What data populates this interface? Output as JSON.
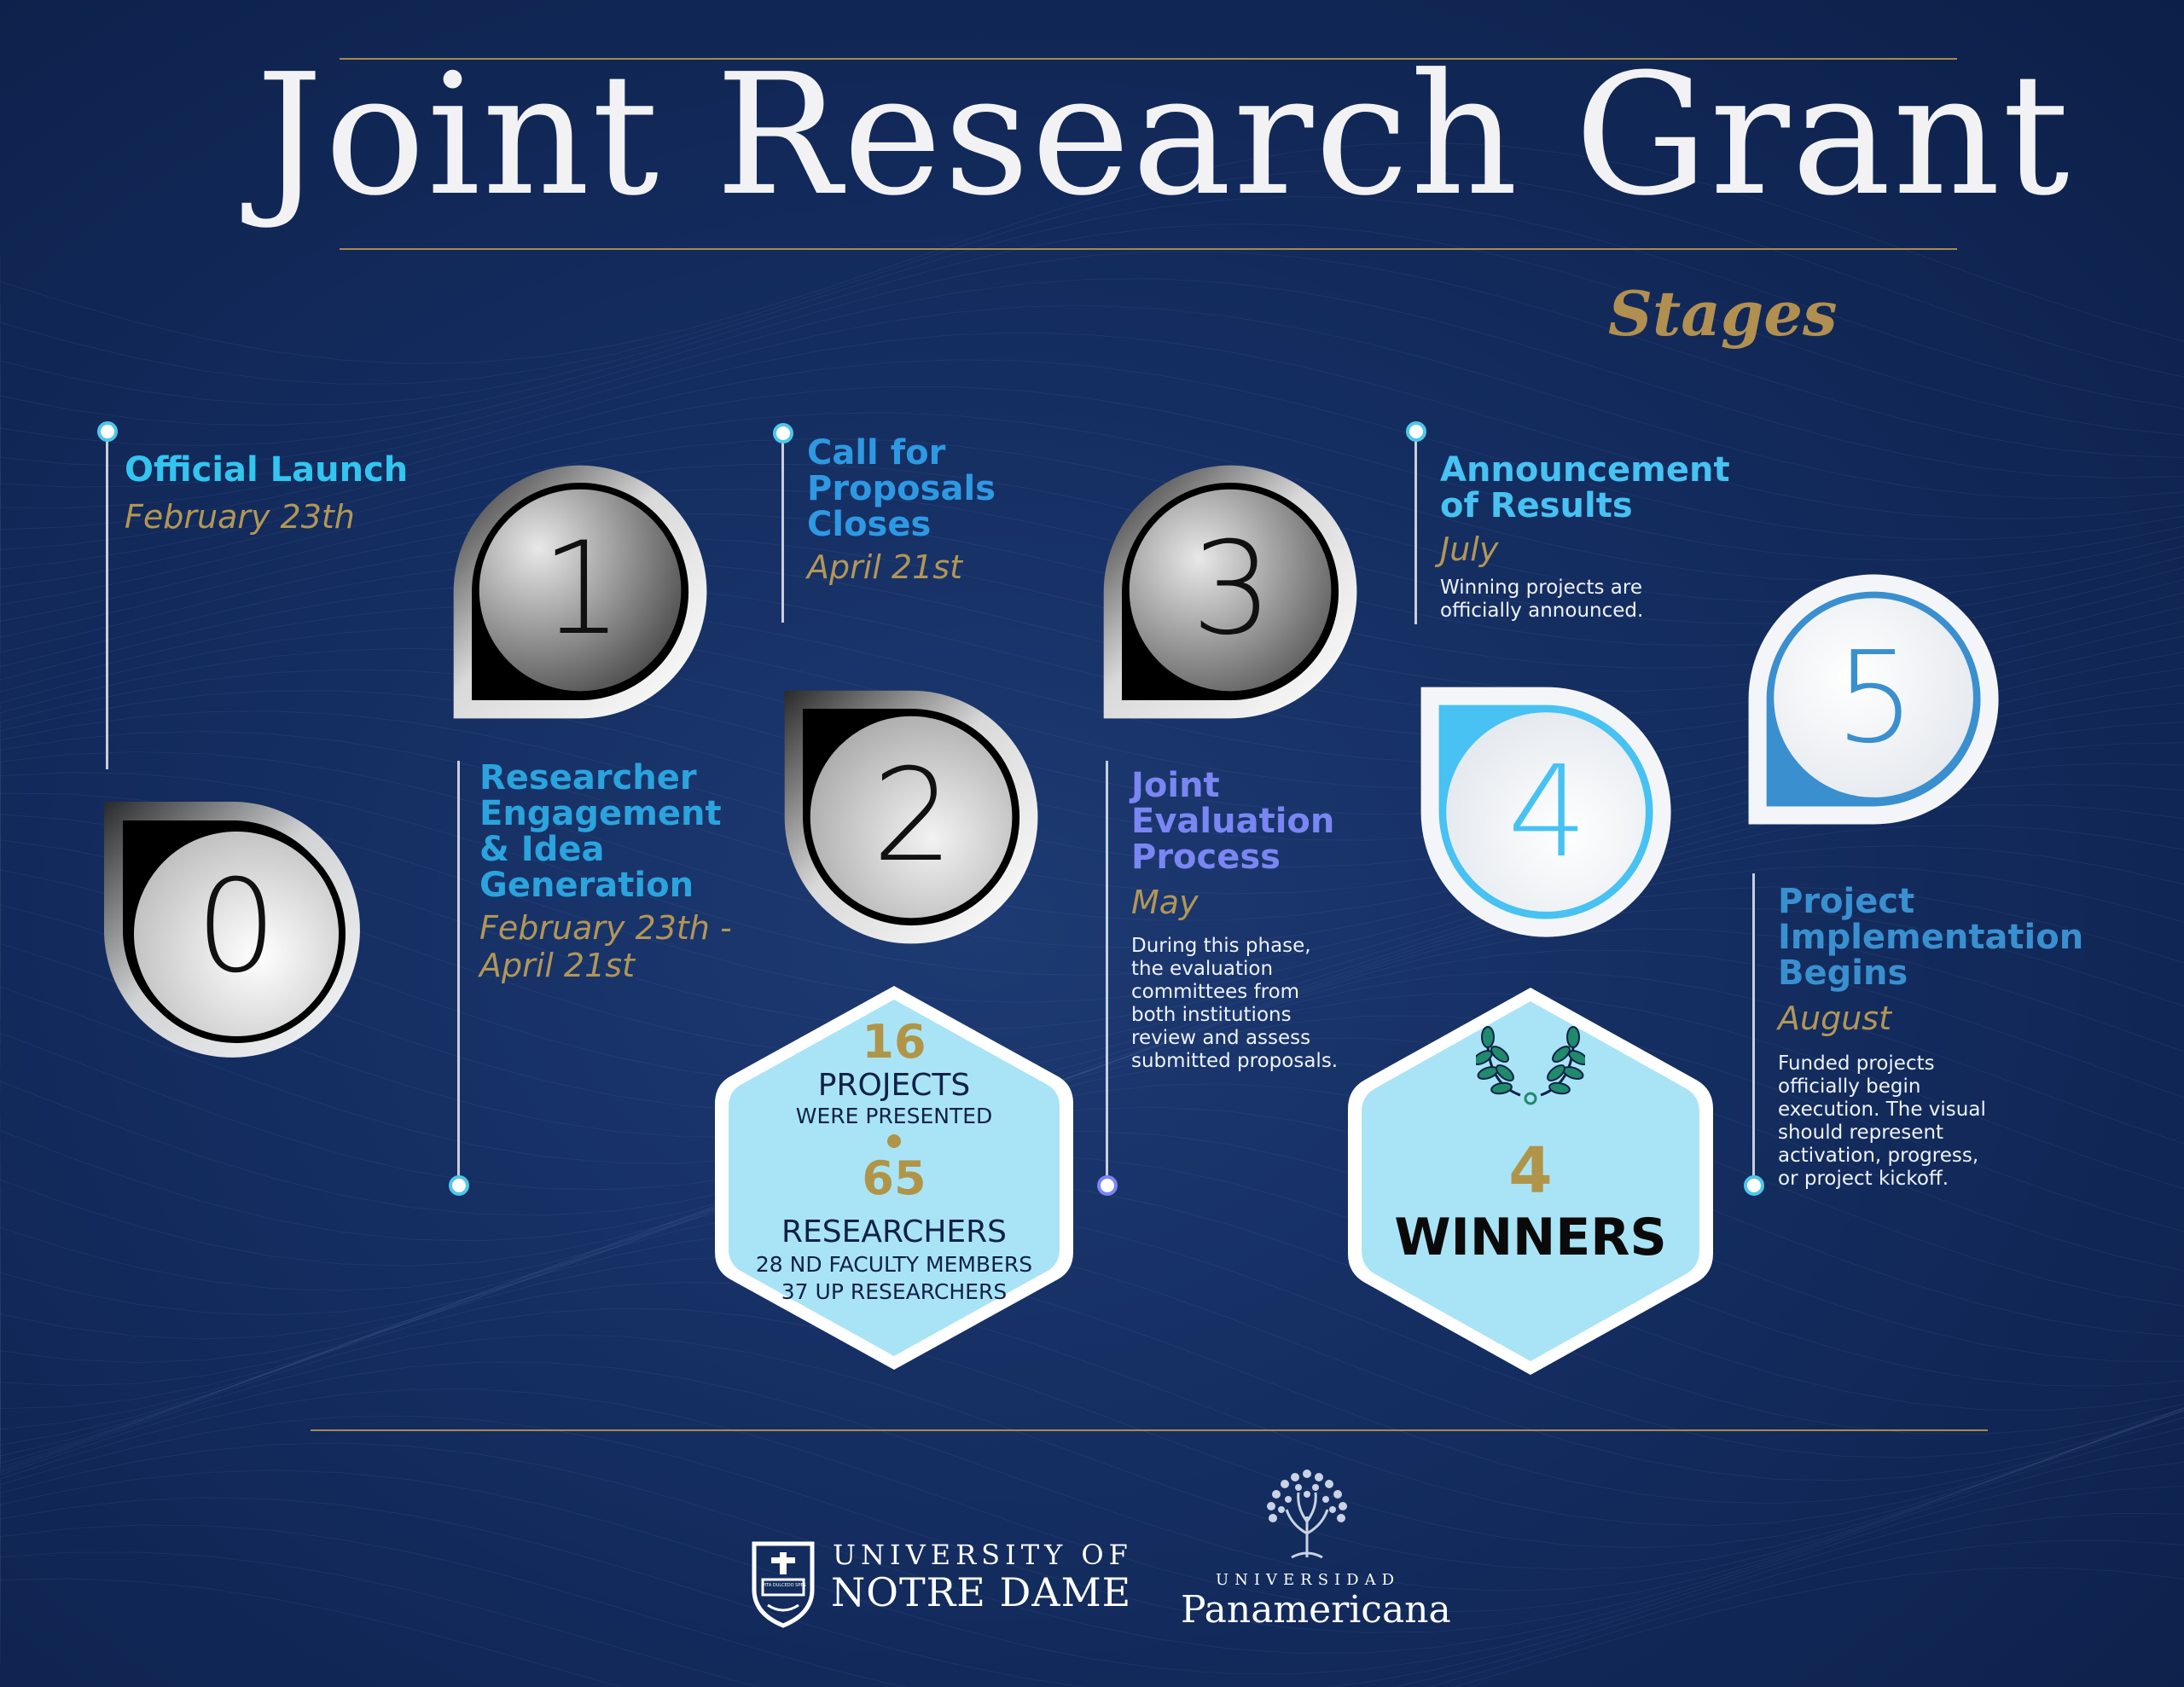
{
  "title": "Joint Research Grant",
  "subtitle": "Stages",
  "stages": [
    {
      "number": "0",
      "title": "Official Launch",
      "date": "February 23th",
      "description": ""
    },
    {
      "number": "1",
      "title": "Researcher Engagement & Idea Generation",
      "title_lines": [
        "Researcher",
        "Engagement",
        "& Idea",
        "Generation"
      ],
      "date_lines": [
        "February 23th -",
        "April 21st"
      ]
    },
    {
      "number": "2",
      "title_lines": [
        "Call for",
        "Proposals",
        "Closes"
      ],
      "date": "April 21st"
    },
    {
      "number": "3",
      "title_lines": [
        "Joint",
        "Evaluation",
        "Process"
      ],
      "date": "May",
      "description_lines": [
        "During this phase,",
        "the evaluation",
        "committees from",
        "both institutions",
        "review and assess",
        "submitted proposals."
      ]
    },
    {
      "number": "4",
      "title_lines": [
        "Announcement",
        "of Results"
      ],
      "date": "July",
      "description_lines": [
        "Winning projects are",
        "officially announced."
      ]
    },
    {
      "number": "5",
      "title_lines": [
        "Project",
        "Implementation",
        "Begins"
      ],
      "date": "August",
      "description_lines": [
        "Funded projects",
        "officially begin",
        "execution. The visual",
        "should represent",
        "activation, progress,",
        "or project kickoff."
      ]
    }
  ],
  "stats": {
    "projects_count": "16",
    "projects_label": "PROJECTS",
    "projects_sub": "WERE PRESENTED",
    "researchers_count": "65",
    "researchers_label": "RESEARCHERS",
    "nd_faculty": "28 ND FACULTY MEMBERS",
    "up_researchers": "37 UP RESEARCHERS"
  },
  "winners": {
    "count": "4",
    "label": "WINNERS"
  },
  "logos": {
    "nd_line1": "UNIVERSITY OF",
    "nd_line2": "NOTRE DAME",
    "nd_shield_motto": "VITA DULCEDO SPES",
    "up_line1": "UNIVERSIDAD",
    "up_line2": "Panamericana"
  },
  "colors": {
    "background": "#142d60",
    "gold": "#b08f50",
    "stage0": "#33c4ef",
    "stage1": "#2ba3dd",
    "stage2": "#2f98e2",
    "stage3": "#7a86f2",
    "stage4": "#47c2f2",
    "stage5": "#3a8fcf",
    "hexagon_fill": "#a9e4f6"
  }
}
